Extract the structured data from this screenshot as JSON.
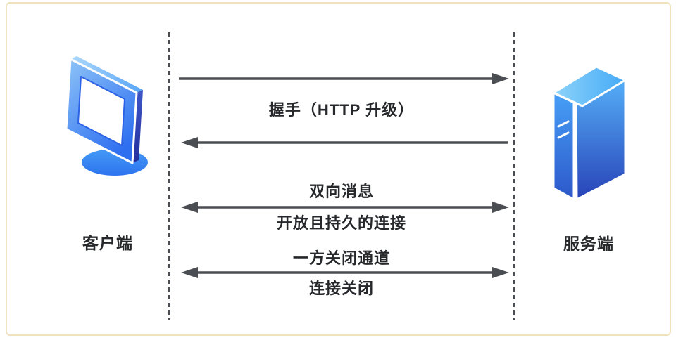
{
  "actors": {
    "client": "客户端",
    "server": "服务端"
  },
  "messages": {
    "handshake": "握手（HTTP 升级）",
    "bidirectional": "双向消息",
    "persistent_connection": "开放且持久的连接",
    "close_channel": "一方关闭通道",
    "connection_closed": "连接关闭"
  },
  "arrows": [
    {
      "name": "handshake-request",
      "direction": "client-to-server"
    },
    {
      "name": "handshake-response",
      "direction": "server-to-client"
    },
    {
      "name": "bidirectional-messages",
      "direction": "both"
    },
    {
      "name": "close-channel",
      "direction": "both"
    }
  ],
  "icons": {
    "client": "monitor-icon",
    "server": "server-tower-icon"
  },
  "colors": {
    "accent_blue": "#2e7bf0",
    "icon_light_blue": "#8ec4f8",
    "icon_navy": "#2843b8",
    "arrow_gray": "#4a4d52",
    "border_tan": "#f0e2bd",
    "text": "#26282b",
    "background": "#ffffff"
  }
}
